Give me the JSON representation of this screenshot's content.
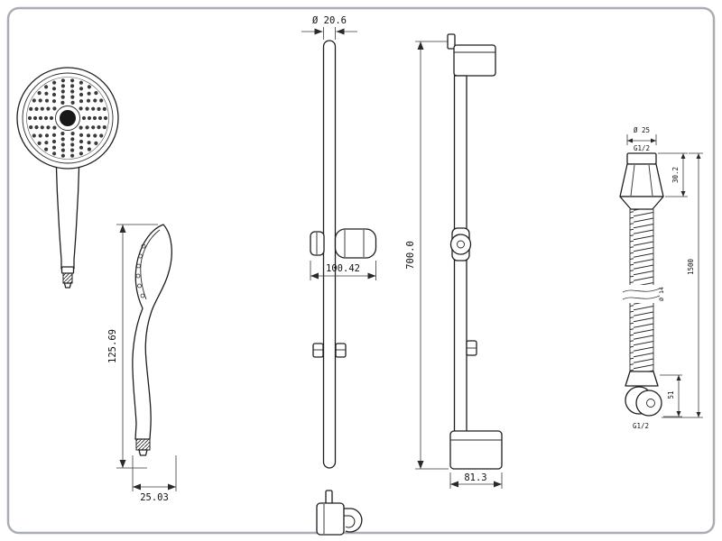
{
  "drawing": {
    "handshower_side": {
      "height": "125.69",
      "width": "25.03"
    },
    "slidebar_front": {
      "diameter": "Ø 20.6",
      "holder_length": "100.42"
    },
    "slidebar_side": {
      "length": "700.0",
      "foot_width": "81.3"
    },
    "hose": {
      "top_diameter": "Ø 25",
      "top_thread": "G1/2",
      "cone_height": "30.2",
      "length": "1500",
      "tube_diameter": "Ø 14",
      "nut_height": "51",
      "bottom_thread": "G1/2"
    }
  }
}
